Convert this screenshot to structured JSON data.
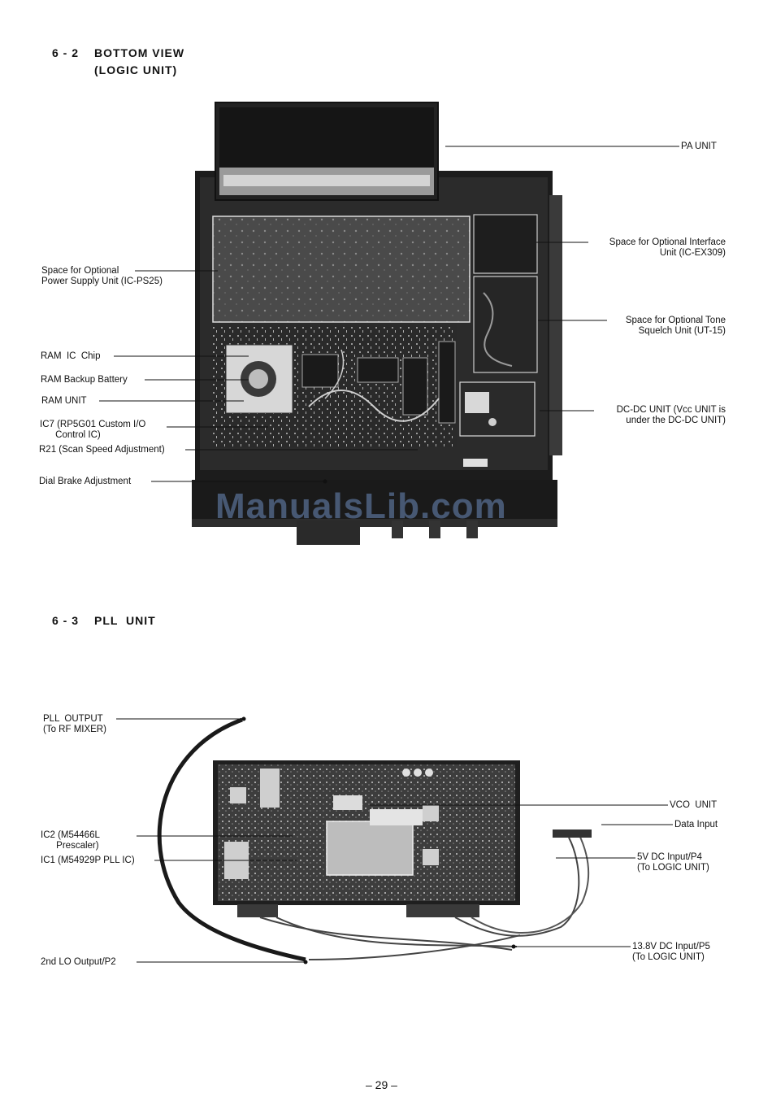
{
  "section_6_2": {
    "number": "6 - 2",
    "title_line1": "BOTTOM VIEW",
    "title_line2": "(LOGIC UNIT)",
    "labels": {
      "pa_unit": "PA UNIT",
      "power_supply": "Space for Optional\nPower Supply Unit (IC-PS25)",
      "interface": "Space for Optional Interface\nUnit (IC-EX309)",
      "tone_squelch": "Space for Optional Tone\nSquelch Unit (UT-15)",
      "ram_chip": "RAM  IC  Chip",
      "ram_battery": "RAM Backup Battery",
      "ram_unit": "RAM UNIT",
      "ic7": "IC7 (RP5G01 Custom I/O\n      Control IC)",
      "r21": "R21 (Scan Speed Adjustment)",
      "dial_brake": "Dial Brake Adjustment",
      "dcdc": "DC-DC UNIT (Vcc UNIT is\nunder the DC-DC UNIT)"
    }
  },
  "section_6_3": {
    "number": "6 - 3",
    "title": "PLL  UNIT",
    "labels": {
      "pll_output": "PLL  OUTPUT\n(To RF MIXER)",
      "ic2": "IC2 (M54466L\n      Prescaler)",
      "ic1": "IC1 (M54929P PLL IC)",
      "second_lo": "2nd LO Output/P2",
      "vco": "VCO  UNIT",
      "data_input": "Data Input",
      "five_v": "5V DC Input/P4\n(To LOGIC UNIT)",
      "thirteen_v": "13.8V DC Input/P5\n(To LOGIC UNIT)"
    }
  },
  "watermark": "ManualsLib.com",
  "page_number": "– 29 –"
}
